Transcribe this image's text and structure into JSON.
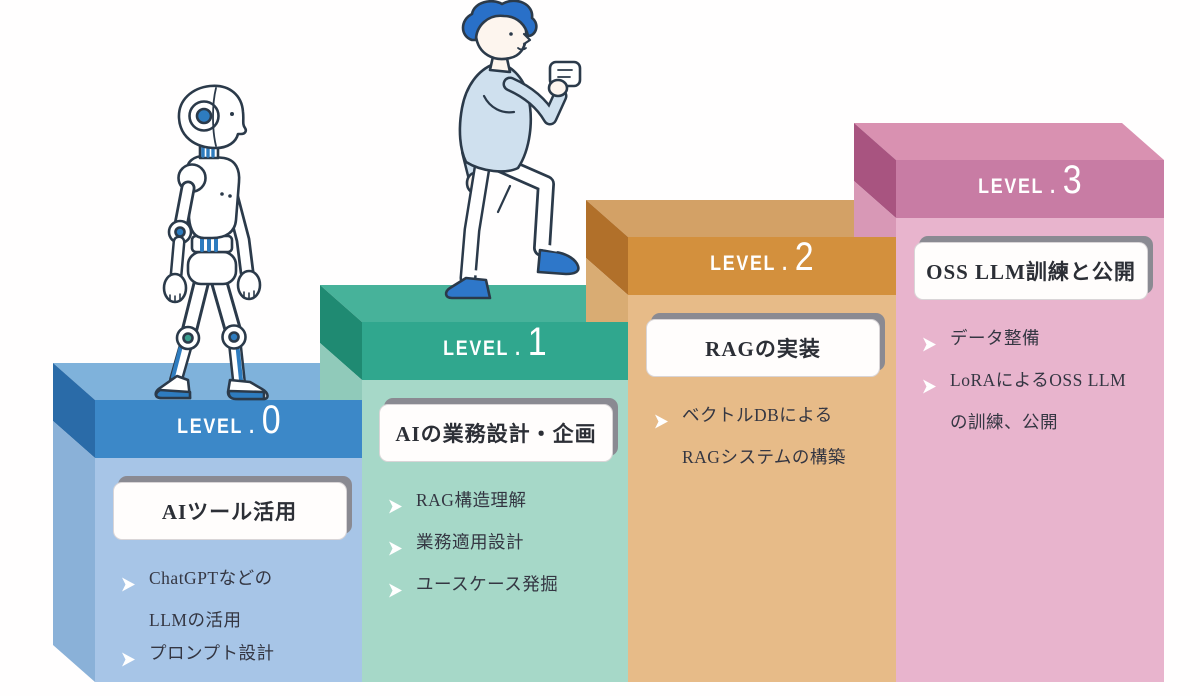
{
  "diagram": {
    "description": "AI skill level staircase diagram with four ascending 3D steps",
    "background_color": "#fffefe",
    "band_text_color": "#ffffff",
    "title_text_color": "#2c2f36",
    "bullet_text_color": "#343642",
    "bullet_arrow_color": "#ffffff",
    "title_box_shadow_color": "#8a8a92"
  },
  "levels": [
    {
      "band_word": "LEVEL",
      "band_dot": ".",
      "band_number": "0",
      "title": "AIツール活用",
      "bullets": [
        {
          "arrow": true,
          "text": "ChatGPTなどの"
        },
        {
          "arrow": false,
          "text": "LLMの活用"
        },
        {
          "arrow": true,
          "text": "プロンプト設計"
        }
      ],
      "colors": {
        "band": "#3c88c8",
        "body": "#a7c5e7",
        "top": "#7fb2db",
        "side_dark": "#2a6ba8",
        "side_light": "#8ab1d8"
      }
    },
    {
      "band_word": "LEVEL",
      "band_dot": ".",
      "band_number": "1",
      "title": "AIの業務設計・企画",
      "bullets": [
        {
          "arrow": true,
          "text": "RAG構造理解"
        },
        {
          "arrow": true,
          "text": "業務適用設計"
        },
        {
          "arrow": true,
          "text": "ユースケース発掘"
        }
      ],
      "colors": {
        "band": "#30a78e",
        "body": "#a6d8c8",
        "top": "#47b29a",
        "side_dark": "#1f8a72",
        "side_light": "#90caba"
      }
    },
    {
      "band_word": "LEVEL",
      "band_dot": ".",
      "band_number": "2",
      "title": "RAGの実装",
      "bullets": [
        {
          "arrow": true,
          "text": "ベクトルDBによる"
        },
        {
          "arrow": false,
          "text": "RAGシステムの構築"
        }
      ],
      "colors": {
        "band": "#d3903d",
        "body": "#e7bb88",
        "top": "#d3a166",
        "side_dark": "#b1702a",
        "side_light": "#d9ac73"
      }
    },
    {
      "band_word": "LEVEL",
      "band_dot": ".",
      "band_number": "3",
      "title": "OSS LLM訓練と公開",
      "bullets": [
        {
          "arrow": true,
          "text": "データ整備"
        },
        {
          "arrow": true,
          "text": "LoRAによるOSS LLM"
        },
        {
          "arrow": false,
          "text": "の訓練、公開"
        }
      ],
      "colors": {
        "band": "#c87ca4",
        "body": "#e8b4cd",
        "top": "#d991b1",
        "side_dark": "#a85480",
        "side_light": "#d898b6"
      }
    }
  ],
  "figures": {
    "robot": "walking humanoid robot with blue accents standing on level 0",
    "person": "person with blue hair climbing the steps onto level 1"
  }
}
